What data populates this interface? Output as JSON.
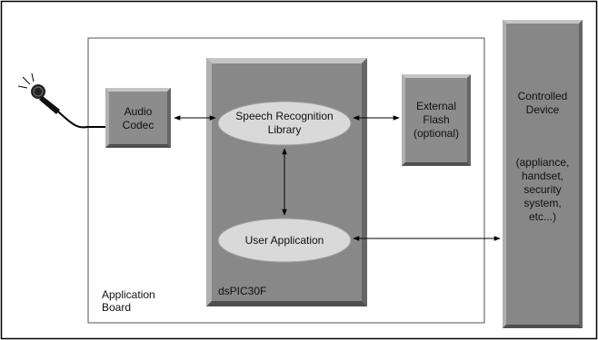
{
  "diagram": {
    "board_label_line1": "Application",
    "board_label_line2": "Board",
    "audio_codec_line1": "Audio",
    "audio_codec_line2": "Codec",
    "speech_line1": "Speech Recognition",
    "speech_line2": "Library",
    "user_app": "User Application",
    "chip_label": "dsPIC30F",
    "flash_line1": "External",
    "flash_line2": "Flash",
    "flash_line3": "(optional)",
    "device_line1": "Controlled",
    "device_line2": "Device",
    "device_detail_1": "(appliance,",
    "device_detail_2": "handset,",
    "device_detail_3": "security",
    "device_detail_4": "system,",
    "device_detail_5": "etc...)"
  },
  "colors": {
    "block_fill": "#8c8c8c",
    "chip_fill": "#888888",
    "ellipse_fill": "#d9d9d9",
    "device_fill": "#878787",
    "bevel_light": "#c4c4c4",
    "bevel_dark": "#4f4f4f",
    "line": "#000000"
  },
  "icons": {
    "microphone": "microphone-icon"
  }
}
